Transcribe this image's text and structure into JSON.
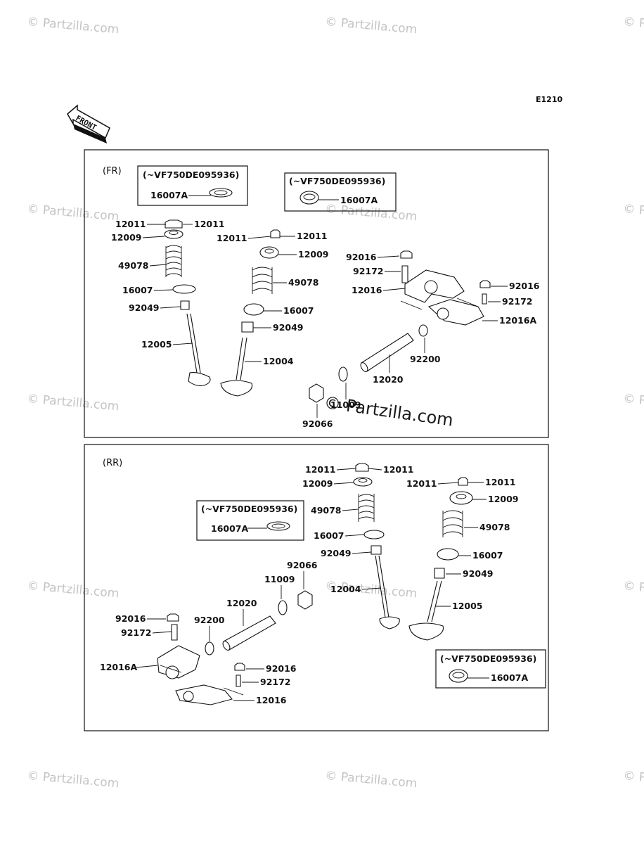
{
  "diagram_code": "E1210",
  "front_label": "FRONT",
  "watermark": "© Partzilla.com",
  "sections": {
    "fr": {
      "label": "(FR)",
      "notes": [
        {
          "condition": "(~VF750DE095936)",
          "part": "16007A"
        },
        {
          "condition": "(~VF750DE095936)",
          "part": "16007A"
        }
      ],
      "labels": [
        "12011",
        "12011",
        "12009",
        "49078",
        "16007",
        "92049",
        "12005",
        "12011",
        "12011",
        "12009",
        "49078",
        "16007",
        "92049",
        "12004",
        "92016",
        "92172",
        "12016",
        "92016",
        "92172",
        "12016A",
        "92200",
        "12020",
        "11009",
        "92066"
      ]
    },
    "rr": {
      "label": "(RR)",
      "notes": [
        {
          "condition": "(~VF750DE095936)",
          "part": "16007A"
        },
        {
          "condition": "(~VF750DE095936)",
          "part": "16007A"
        }
      ],
      "labels": [
        "12011",
        "12011",
        "12009",
        "49078",
        "16007",
        "92049",
        "12004",
        "12011",
        "12011",
        "12009",
        "49078",
        "16007",
        "92049",
        "12005",
        "92066",
        "11009",
        "12020",
        "92016",
        "92200",
        "92172",
        "12016A",
        "92016",
        "92172",
        "12016"
      ]
    }
  }
}
